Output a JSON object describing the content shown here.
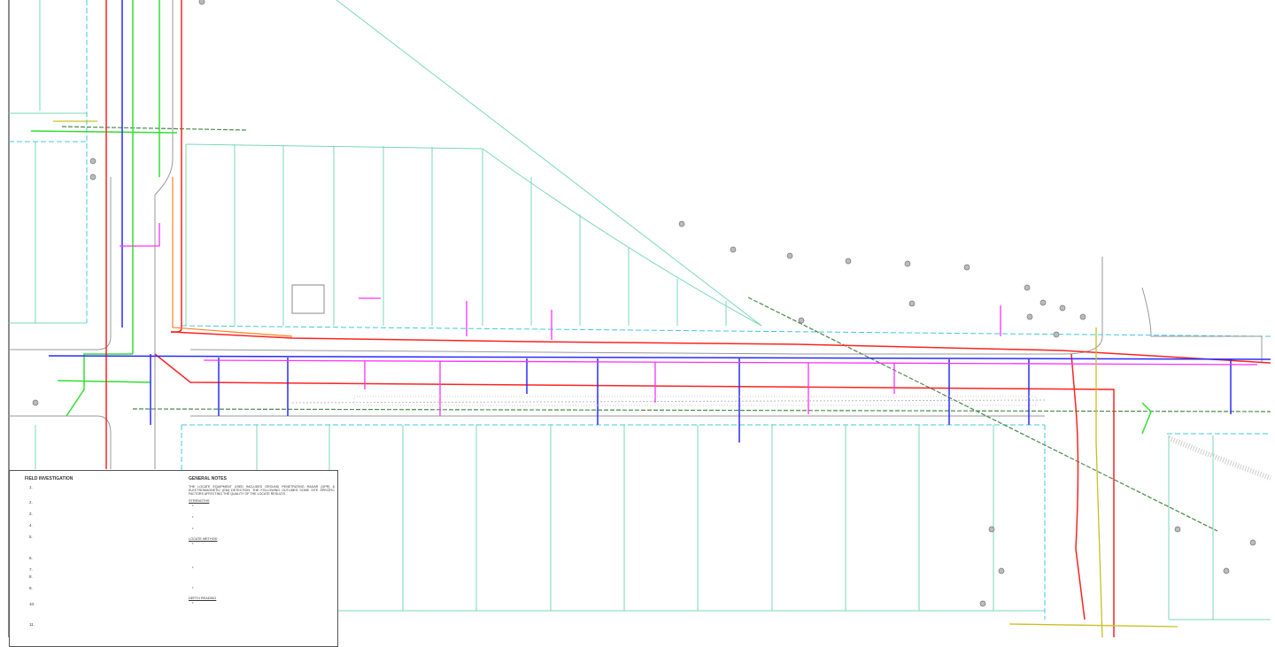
{
  "drawing": {
    "colors": {
      "electric": "#ff2020",
      "water": "#2020ff",
      "communication": "#ff20ff",
      "gas": "#20e020",
      "lot_lines": "#70d8b0",
      "right_of_way": "#40c8e0",
      "storm": "#c8c020",
      "sanitary": "#408040"
    }
  },
  "notes": {
    "field_investigation": {
      "title": "FIELD INVESTIGATION",
      "items": [
        "1.",
        "2.",
        "3.",
        "4.",
        "5.",
        "6.",
        "7.",
        "8.",
        "9.",
        "10.",
        "11."
      ]
    },
    "general_notes": {
      "title": "GENERAL NOTES",
      "text": "THE LOCATE EQUIPMENT USED INCLUDES GROUND PENETRATING RADAR (GPR) & ELECTROMAGNETIC (EM) DETECTION. THE FOLLOWING OUTLINES SOME SITE SPECIFIC FACTORS AFFECTING THE QUALITY OF THE LOCATE RESULTS.",
      "sections": [
        {
          "heading": "STRENGTHS",
          "bullets": [
            "•",
            "•",
            "•"
          ]
        },
        {
          "heading": "LOCATE METHOD",
          "bullets": [
            "•",
            "•",
            "•"
          ]
        },
        {
          "heading": "DEPTH READING",
          "bullets": [
            "•"
          ]
        }
      ]
    }
  }
}
